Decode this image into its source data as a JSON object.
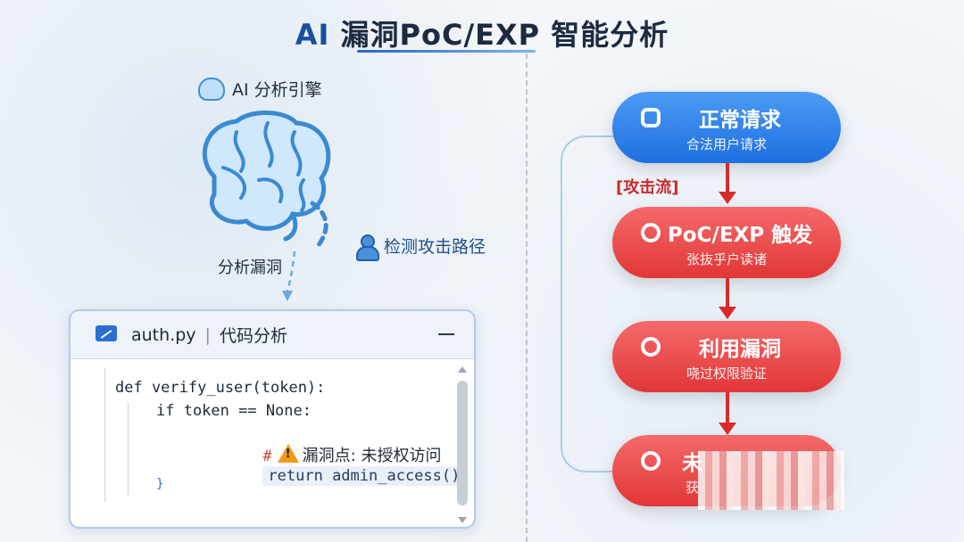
{
  "title": {
    "prefix": "AI",
    "main": "漏洞PoC/EXP 智能分析"
  },
  "engine": {
    "label": "AI 分析引擎"
  },
  "detect": {
    "label": "检测攻击路径"
  },
  "analyze": {
    "label": "分析漏洞"
  },
  "code_window": {
    "filename": "auth.py",
    "separator": "|",
    "subtitle": "代码分析",
    "lines": {
      "def_line": "def verify_user(token):",
      "if_line": "if token == None:",
      "hash": "#",
      "comment": "漏洞点: 未授权访问",
      "return_line": "return admin_access()",
      "close_brace": "}"
    }
  },
  "flow": {
    "attack_tag": "[攻击流]",
    "steps": [
      {
        "title": "正常请求",
        "subtitle": "合法用户请求",
        "color": "#2f80ed"
      },
      {
        "title": "PoC/EXP 触发",
        "subtitle": "张抜乎户读诸",
        "color": "#e53e3e"
      },
      {
        "title": "利用漏洞",
        "subtitle": "哓过权限验证",
        "color": "#e53e3e"
      },
      {
        "title": "未",
        "subtitle": "获",
        "color": "#e53e3e"
      }
    ]
  },
  "colors": {
    "accent_blue": "#1a4fa0",
    "flow_blue": "#2f80ed",
    "flow_red": "#e53e3e",
    "arrow_red": "#d82c2c"
  }
}
